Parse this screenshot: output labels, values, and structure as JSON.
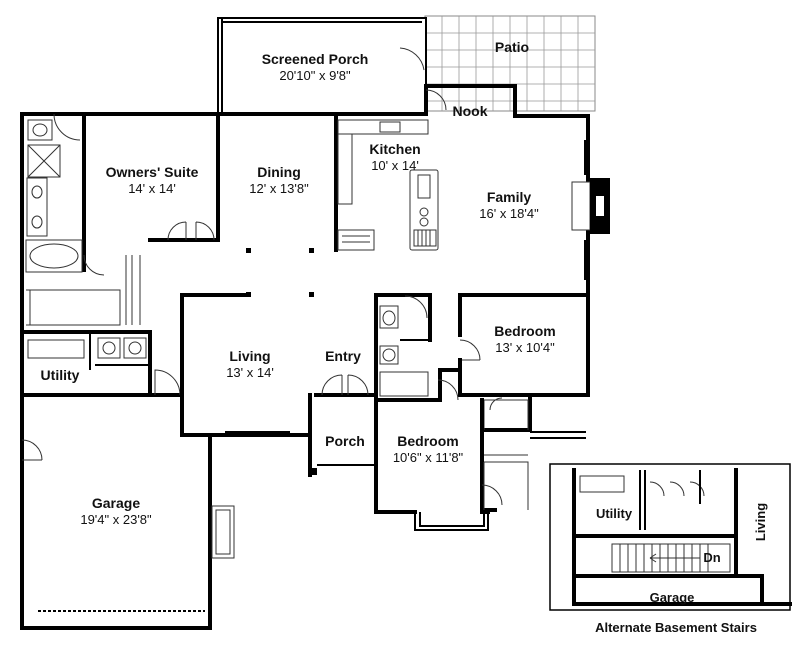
{
  "rooms": {
    "screened_porch": {
      "name": "Screened Porch",
      "dim": "20'10\" x 9'8\""
    },
    "patio": {
      "name": "Patio"
    },
    "nook": {
      "name": "Nook"
    },
    "owners_suite": {
      "name": "Owners' Suite",
      "dim": "14' x 14'"
    },
    "dining": {
      "name": "Dining",
      "dim": "12' x 13'8\""
    },
    "kitchen": {
      "name": "Kitchen",
      "dim": "10' x 14'"
    },
    "family": {
      "name": "Family",
      "dim": "16' x 18'4\""
    },
    "bedroom_1": {
      "name": "Bedroom",
      "dim": "13' x 10'4\""
    },
    "living": {
      "name": "Living",
      "dim": "13' x 14'"
    },
    "entry": {
      "name": "Entry"
    },
    "utility": {
      "name": "Utility"
    },
    "porch": {
      "name": "Porch"
    },
    "bedroom_2": {
      "name": "Bedroom",
      "dim": "10'6\" x 11'8\""
    },
    "garage": {
      "name": "Garage",
      "dim": "19'4\" x 23'8\""
    }
  },
  "inset": {
    "utility": "Utility",
    "living": "Living",
    "stairs_label": "Dn",
    "garage": "Garage",
    "caption": "Alternate Basement Stairs"
  }
}
